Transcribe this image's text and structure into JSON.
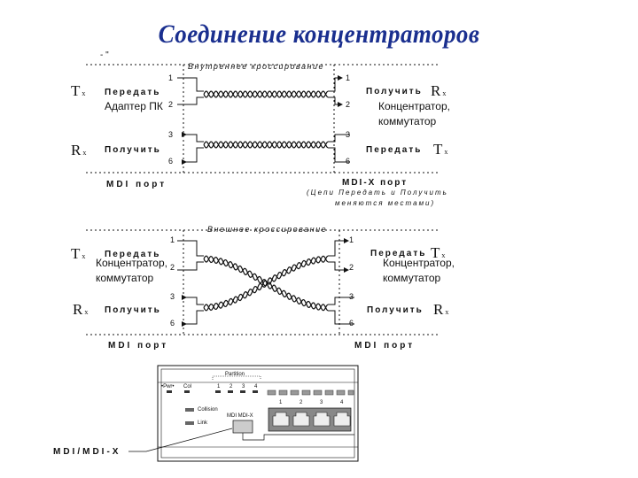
{
  "title": "Соединение концентраторов",
  "top": {
    "marker": "- \"",
    "crossover_label": "Внутреннее кроссирование",
    "tx": "T",
    "tx_sub": "x",
    "rx": "R",
    "rx_sub": "x",
    "send": "Передать",
    "receive": "Получить",
    "left_device": "Адаптер ПК",
    "right_device_line1": "Концентратор,",
    "right_device_line2": "коммутатор",
    "right_receive": "Получить",
    "right_rx": "R",
    "right_rx_sub": "x",
    "right_send": "Передать",
    "right_tx": "T",
    "right_tx_sub": "x",
    "pins": [
      "1",
      "2",
      "3",
      "6"
    ],
    "left_port": "MDI порт",
    "right_port": "MDI-X порт",
    "note_line1": "(Цепи Передать и Получить",
    "note_line2": "меняются местами)"
  },
  "bottom": {
    "crossover_label": "Внешнее кроссирование",
    "tx": "T",
    "tx_sub": "x",
    "rx": "R",
    "rx_sub": "x",
    "send": "Передать",
    "receive": "Получить",
    "left_device_line1": "Концентратор,",
    "left_device_line2": "коммутатор",
    "right_device_line1": "Концентратор,",
    "right_device_line2": "коммутатор",
    "right_send": "Передать",
    "right_tx": "T",
    "right_tx_sub": "x",
    "right_receive": "Получить",
    "right_rx": "R",
    "right_rx_sub": "x",
    "pins": [
      "1",
      "2",
      "3",
      "6"
    ],
    "left_port": "MDI порт",
    "right_port": "MDI порт"
  },
  "panel": {
    "label": "MDI/MDI-X",
    "power": "•Pwr•",
    "col": "Col",
    "partition": "Partition",
    "partition_nums": [
      "1",
      "2",
      "3",
      "4"
    ],
    "collision": "Collision",
    "link": "Link",
    "port_nums": [
      "1",
      "2",
      "3",
      "4"
    ],
    "switch_label": "MDI MDI-X"
  }
}
